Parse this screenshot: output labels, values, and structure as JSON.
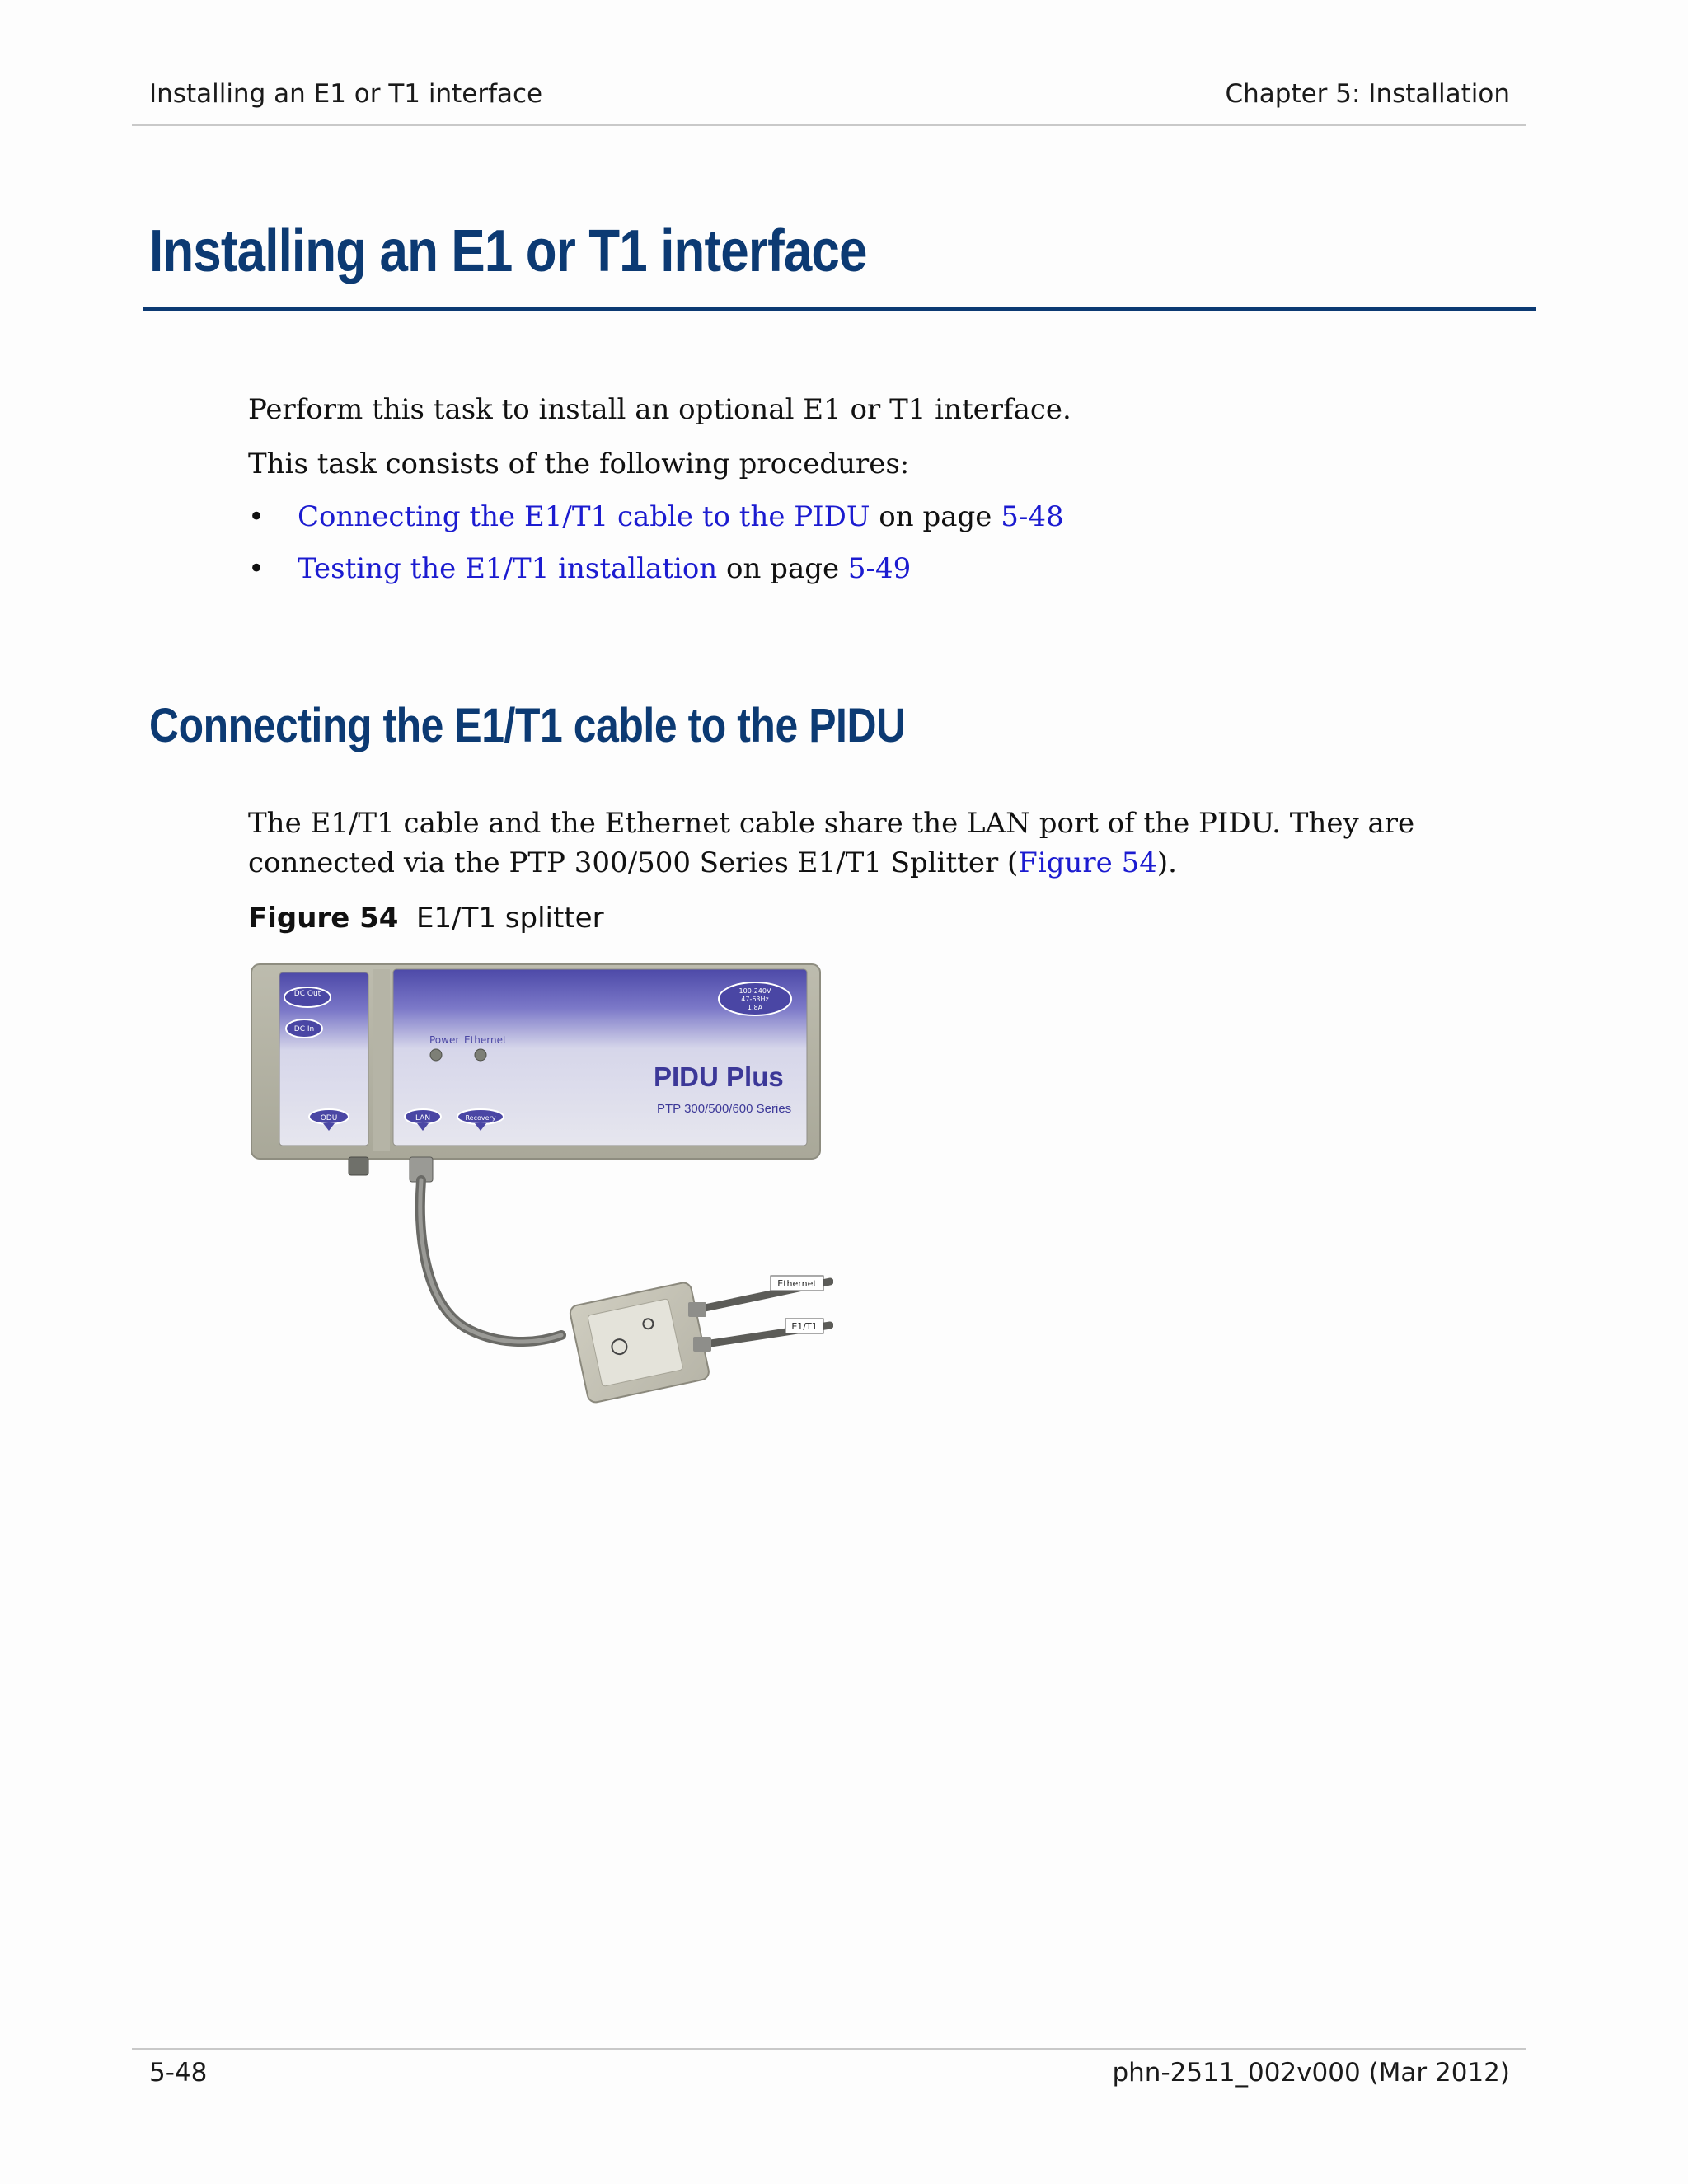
{
  "header": {
    "left": "Installing an E1 or T1 interface",
    "right": "Chapter 5:  Installation"
  },
  "title": "Installing an E1 or T1 interface",
  "intro": {
    "p1": "Perform this task to install an optional E1 or T1 interface.",
    "p2": "This task consists of the following procedures:"
  },
  "procedures": [
    {
      "link": "Connecting the E1/T1 cable to the PIDU",
      "mid": " on page ",
      "page": "5-48"
    },
    {
      "link": "Testing the E1/T1 installation",
      "mid": " on page ",
      "page": "5-49"
    }
  ],
  "bullet_glyph": "•",
  "section": {
    "title": "Connecting the E1/T1 cable to the PIDU",
    "para_line1": "The E1/T1 cable and the Ethernet cable share the LAN port of the PIDU. They are",
    "para_line2_pre": "connected via the PTP 300/500 Series E1/T1 Splitter (",
    "para_line2_link": "Figure 54",
    "para_line2_post": ")."
  },
  "figure": {
    "number": "Figure 54",
    "caption": "E1/T1 splitter",
    "device": {
      "dc_out": "DC Out",
      "dc_in": "DC In",
      "power": "Power",
      "ethernet": "Ethernet",
      "brand": "PIDU Plus",
      "series": "PTP 300/500/600 Series",
      "rating": [
        "100-240V",
        "47-63Hz",
        "1.8A"
      ],
      "port_odu": "ODU",
      "port_lan": "LAN",
      "port_recovery": "Recovery"
    },
    "callouts": {
      "ethernet": "Ethernet",
      "e1t1": "E1/T1"
    }
  },
  "footer": {
    "left": "5-48",
    "right": "phn-2511_002v000 (Mar 2012)"
  },
  "colors": {
    "heading": "#0c3a73",
    "link": "#1b1bd0",
    "device_panel": "#5b56b8"
  }
}
